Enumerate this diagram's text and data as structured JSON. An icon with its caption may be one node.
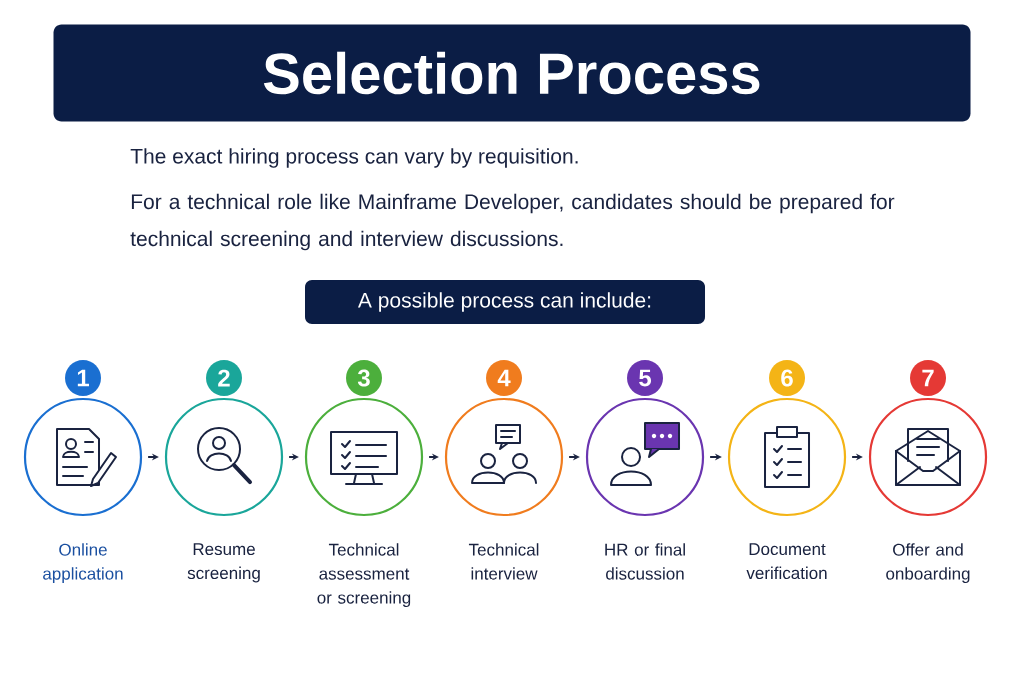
{
  "diagram": {
    "title": "Selection Process",
    "nodes": [
      {
        "text": [
          "Online application"
        ],
        "beside": [
          "1"
        ]
      },
      {
        "text": [
          "Resume screening"
        ],
        "beside": [
          "2"
        ]
      },
      {
        "text": [
          "Technical assessment or screening"
        ],
        "beside": [
          "3"
        ]
      },
      {
        "text": [
          "Technical interview"
        ],
        "beside": [
          "4"
        ]
      },
      {
        "text": [
          "HR or final discussion"
        ],
        "beside": [
          "5"
        ]
      },
      {
        "text": [
          "Document verification"
        ],
        "beside": [
          "6"
        ]
      },
      {
        "text": [
          "Offer and onboarding"
        ],
        "beside": [
          "7"
        ]
      }
    ],
    "edges": [
      {
        "from": 0,
        "to": 1,
        "arrow": "to"
      },
      {
        "from": 1,
        "to": 2,
        "arrow": "to"
      },
      {
        "from": 2,
        "to": 3,
        "arrow": "to"
      },
      {
        "from": 3,
        "to": 4,
        "arrow": "to"
      },
      {
        "from": 4,
        "to": 5,
        "arrow": "to"
      },
      {
        "from": 5,
        "to": 6,
        "arrow": "to"
      }
    ],
    "labels": [
      "The exact hiring process can vary by requisition.",
      "For a technical role like Mainframe Developer, candidates should be prepared for technical screening and interview discussions.",
      "A possible process can include:"
    ]
  }
}
